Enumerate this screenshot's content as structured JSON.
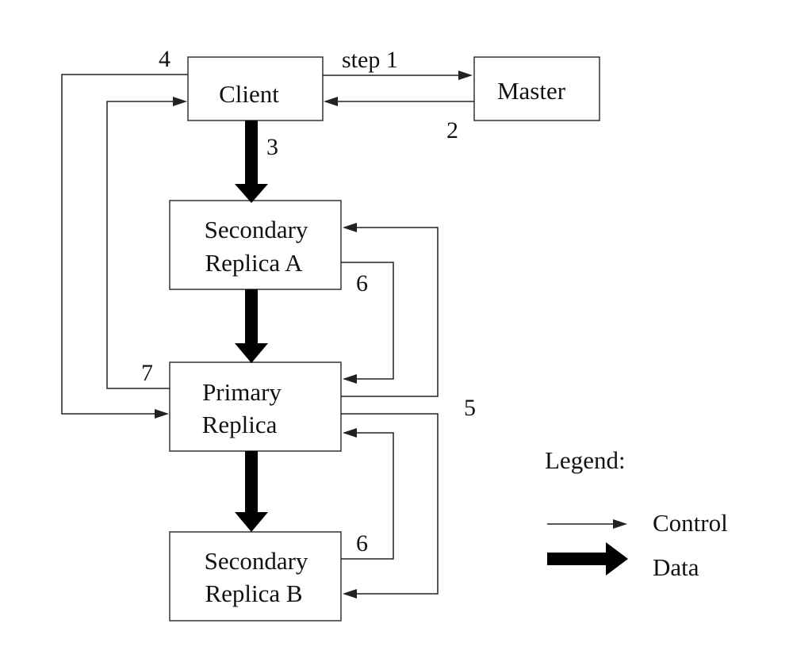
{
  "boxes": {
    "client": "Client",
    "master": "Master",
    "secondary_a": [
      "Secondary",
      "Replica A"
    ],
    "primary": [
      "Primary",
      "Replica"
    ],
    "secondary_b": [
      "Secondary",
      "Replica B"
    ]
  },
  "steps": {
    "step1": "step 1",
    "step2": "2",
    "step3": "3",
    "step4": "4",
    "step5": "5",
    "step6_a": "6",
    "step6_b": "6",
    "step7": "7"
  },
  "legend": {
    "title": "Legend:",
    "control": "Control",
    "data": "Data"
  }
}
